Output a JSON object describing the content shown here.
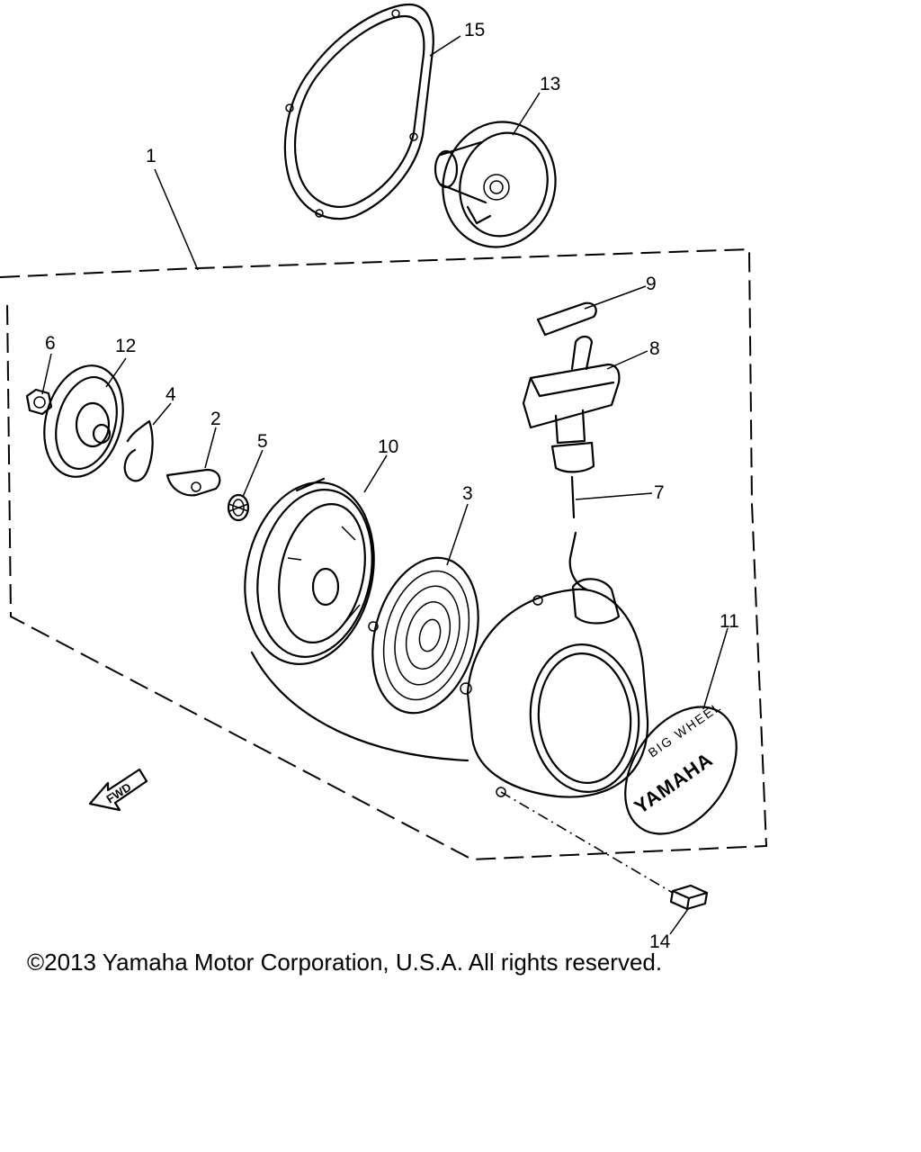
{
  "callouts": [
    {
      "id": "1",
      "label": "1"
    },
    {
      "id": "2",
      "label": "2"
    },
    {
      "id": "3",
      "label": "3"
    },
    {
      "id": "4",
      "label": "4"
    },
    {
      "id": "5",
      "label": "5"
    },
    {
      "id": "6",
      "label": "6"
    },
    {
      "id": "7",
      "label": "7"
    },
    {
      "id": "8",
      "label": "8"
    },
    {
      "id": "9",
      "label": "9"
    },
    {
      "id": "10",
      "label": "10"
    },
    {
      "id": "11",
      "label": "11"
    },
    {
      "id": "12",
      "label": "12"
    },
    {
      "id": "13",
      "label": "13"
    },
    {
      "id": "14",
      "label": "14"
    },
    {
      "id": "15",
      "label": "15"
    }
  ],
  "fwd_arrow_text": "FWD",
  "emblem": {
    "brand": "YAMAHA",
    "model": "BIG WHEEL"
  },
  "copyright": "©2013 Yamaha Motor Corporation, U.S.A. All rights reserved."
}
